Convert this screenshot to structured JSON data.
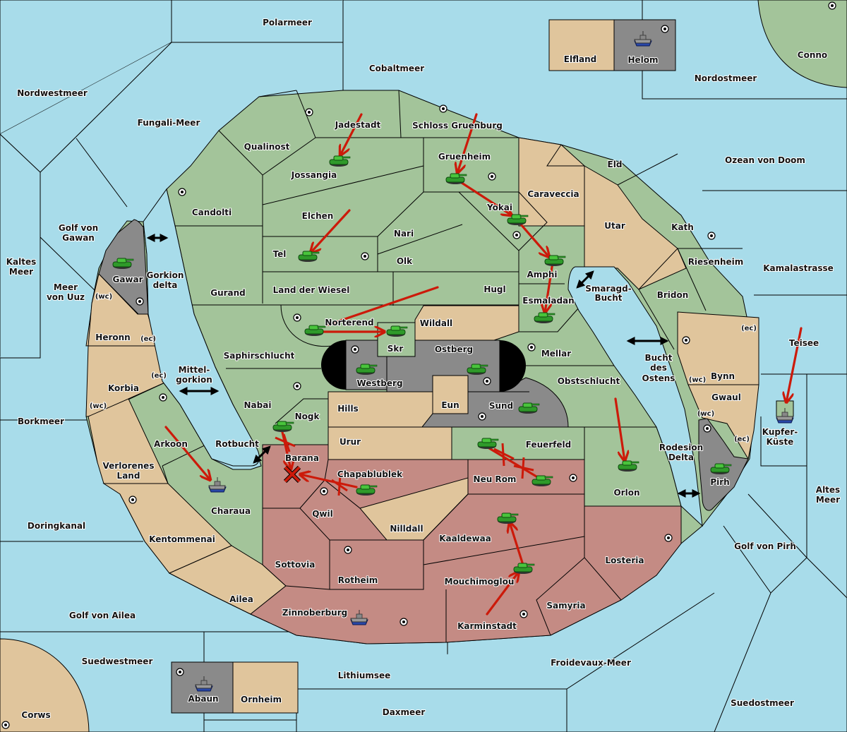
{
  "game": "Diplomacy variant map",
  "colors": {
    "sea": "#a8dcea",
    "power_green": "#a3c49a",
    "power_red": "#c48b84",
    "power_gray": "#8a8a8a",
    "neutral_tan": "#e0c59c",
    "order_arrow": "#cc1a0a"
  },
  "seas": [
    "Polarmeer",
    "Cobaltmeer",
    "Nordwestmeer",
    "Fungali-Meer",
    "Nordostmeer",
    "Ozean von Doom",
    "Golf von Gawan",
    "Kaltes Meer",
    "Meer von Uuz",
    "Gorkion delta",
    "Mittel-gorkion",
    "Rotbucht",
    "Borkmeer",
    "Doringkanal",
    "Golf von Ailea",
    "Suedwestmeer",
    "Lithiumsee",
    "Daxmeer",
    "Froidevaux-Meer",
    "Suedostmeer",
    "Golf von Pirh",
    "Altes Meer",
    "Kamalastrasse",
    "Teisee",
    "Smaragd-Bucht",
    "Bucht des Ostens",
    "Rodesion Delta"
  ],
  "territories": {
    "green": [
      "Jadestadt",
      "Schloss Gruenburg",
      "Qualinost",
      "Jossangia",
      "Candolti",
      "Gruenheim",
      "Eld",
      "Elchen",
      "Nari",
      "Tel",
      "Olk",
      "Yokai",
      "Kath",
      "Amphi",
      "Riesenheim",
      "Gurand",
      "Land der Wiesel",
      "Hugl",
      "Esmaladan",
      "Bridon",
      "Norterend",
      "Skr",
      "Saphirschlucht",
      "Mellar",
      "Obstschlucht",
      "Nabai",
      "Nogk",
      "Feuerfeld",
      "Arkoon",
      "Charaua",
      "Orlon",
      "Conno",
      "Kupfer-Küste"
    ],
    "red": [
      "Barana",
      "Chapablublek",
      "Neu Rom",
      "Qwil",
      "Kaaldewaa",
      "Sottovia",
      "Rotheim",
      "Losteria",
      "Mouchimoglou",
      "Samyria",
      "Zinnoberburg",
      "Karminstadt"
    ],
    "gray": [
      "Helom",
      "Gawar",
      "Westberg",
      "Ostberg",
      "Sund",
      "Pirh",
      "Abaun"
    ],
    "tan": [
      "Elfland",
      "Caraveccia",
      "Utar",
      "Heronn",
      "Korbia",
      "Verlorenes Land",
      "Kentommenai",
      "Ailea",
      "Wildall",
      "Eun",
      "Hills",
      "Urur",
      "Nilldall",
      "Bynn",
      "Gwaul",
      "Corws",
      "Ornheim"
    ]
  },
  "labels": {
    "polarmeer": "Polarmeer",
    "cobaltmeer": "Cobaltmeer",
    "nordwestmeer": "Nordwestmeer",
    "fungali": "Fungali-Meer",
    "nordostmeer": "Nordostmeer",
    "ozean": "Ozean von Doom",
    "golf_gawan_1": "Golf von",
    "golf_gawan_2": "Gawan",
    "kaltes_1": "Kaltes",
    "kaltes_2": "Meer",
    "uuz_1": "Meer",
    "uuz_2": "von Uuz",
    "gorkion_1": "Gorkion",
    "gorkion_2": "delta",
    "mittel_1": "Mittel-",
    "mittel_2": "gorkion",
    "rotbucht": "Rotbucht",
    "borkmeer": "Borkmeer",
    "doringkanal": "Doringkanal",
    "golf_ailea": "Golf von Ailea",
    "suedwest": "Suedwestmeer",
    "lithium": "Lithiumsee",
    "daxmeer": "Daxmeer",
    "froidevaux": "Froidevaux-Meer",
    "suedost": "Suedostmeer",
    "golf_pirh": "Golf von Pirh",
    "altes_1": "Altes",
    "altes_2": "Meer",
    "kamala": "Kamalastrasse",
    "teisee": "Teisee",
    "smaragd_1": "Smaragd-",
    "smaragd_2": "Bucht",
    "bucht_1": "Bucht",
    "bucht_2": "des",
    "bucht_3": "Ostens",
    "rodesion_1": "Rodesion",
    "rodesion_2": "Delta",
    "elfland": "Elfland",
    "helom": "Helom",
    "conno": "Conno",
    "jadestadt": "Jadestadt",
    "schloss": "Schloss Gruenburg",
    "qualinost": "Qualinost",
    "jossangia": "Jossangia",
    "candolti": "Candolti",
    "gruenheim": "Gruenheim",
    "eld": "Eld",
    "caraveccia": "Caraveccia",
    "elchen": "Elchen",
    "nari": "Nari",
    "tel": "Tel",
    "olk": "Olk",
    "yokai": "Yokai",
    "utar": "Utar",
    "kath": "Kath",
    "amphi": "Amphi",
    "riesenheim": "Riesenheim",
    "gurand": "Gurand",
    "wiesel": "Land der Wiesel",
    "hugl": "Hugl",
    "esmaladan": "Esmaladan",
    "bridon": "Bridon",
    "gawar": "Gawar",
    "heronn": "Heronn",
    "norterend": "Norterend",
    "skr": "Skr",
    "wildall": "Wildall",
    "ostberg": "Ostberg",
    "westberg": "Westberg",
    "saphir": "Saphirschlucht",
    "mellar": "Mellar",
    "obst": "Obstschlucht",
    "korbia": "Korbia",
    "nabai": "Nabai",
    "hills": "Hills",
    "eun": "Eun",
    "sund": "Sund",
    "nogk": "Nogk",
    "urur": "Urur",
    "feuerfeld": "Feuerfeld",
    "arkoon": "Arkoon",
    "barana": "Barana",
    "chapa": "Chapablublek",
    "neurom": "Neu Rom",
    "verloren_1": "Verlorenes",
    "verloren_2": "Land",
    "orlon": "Orlon",
    "qwil": "Qwil",
    "charaua": "Charaua",
    "nilldall": "Nilldall",
    "kaaldewaa": "Kaaldewaa",
    "kentommenai": "Kentommenai",
    "sottovia": "Sottovia",
    "rotheim": "Rotheim",
    "losteria": "Losteria",
    "ailea": "Ailea",
    "mouchi": "Mouchimoglou",
    "samyria": "Samyria",
    "zinnober": "Zinnoberburg",
    "karmin": "Karminstadt",
    "bynn": "Bynn",
    "gwaul": "Gwaul",
    "pirh": "Pirh",
    "kupfer_1": "Kupfer-",
    "kupfer_2": "Küste",
    "abaun": "Abaun",
    "ornheim": "Ornheim",
    "corws": "Corws"
  },
  "coast_marks": {
    "wc": "(wc)",
    "ec": "(ec)"
  },
  "units": [
    {
      "type": "army",
      "territory": "Jossangia",
      "power": "green"
    },
    {
      "type": "army",
      "territory": "Gruenheim",
      "power": "green"
    },
    {
      "type": "army",
      "territory": "Yokai",
      "power": "green"
    },
    {
      "type": "army",
      "territory": "Amphi",
      "power": "green"
    },
    {
      "type": "army",
      "territory": "Esmaladan",
      "power": "green"
    },
    {
      "type": "army",
      "territory": "Tel",
      "power": "green"
    },
    {
      "type": "army",
      "territory": "Norterend",
      "power": "green"
    },
    {
      "type": "army",
      "territory": "Skr",
      "power": "green"
    },
    {
      "type": "army",
      "territory": "Westberg",
      "power": "green"
    },
    {
      "type": "army",
      "territory": "Ostberg",
      "power": "green"
    },
    {
      "type": "army",
      "territory": "Sund",
      "power": "green"
    },
    {
      "type": "army",
      "territory": "Gawar",
      "power": "green"
    },
    {
      "type": "army",
      "territory": "Nogk",
      "power": "green"
    },
    {
      "type": "army",
      "territory": "Chapablublek",
      "power": "green"
    },
    {
      "type": "army",
      "territory": "Feuerfeld",
      "power": "green"
    },
    {
      "type": "army",
      "territory": "Neu Rom",
      "power": "green"
    },
    {
      "type": "army",
      "territory": "Orlon",
      "power": "green"
    },
    {
      "type": "army",
      "territory": "Pirh",
      "power": "green"
    },
    {
      "type": "army",
      "territory": "Kaaldewaa",
      "power": "green"
    },
    {
      "type": "army",
      "territory": "Mouchimoglou",
      "power": "green"
    },
    {
      "type": "fleet",
      "territory": "Helom"
    },
    {
      "type": "fleet",
      "territory": "Charaua"
    },
    {
      "type": "fleet",
      "territory": "Zinnoberburg"
    },
    {
      "type": "fleet",
      "territory": "Kupfer-Küste"
    },
    {
      "type": "fleet",
      "territory": "Abaun"
    }
  ]
}
